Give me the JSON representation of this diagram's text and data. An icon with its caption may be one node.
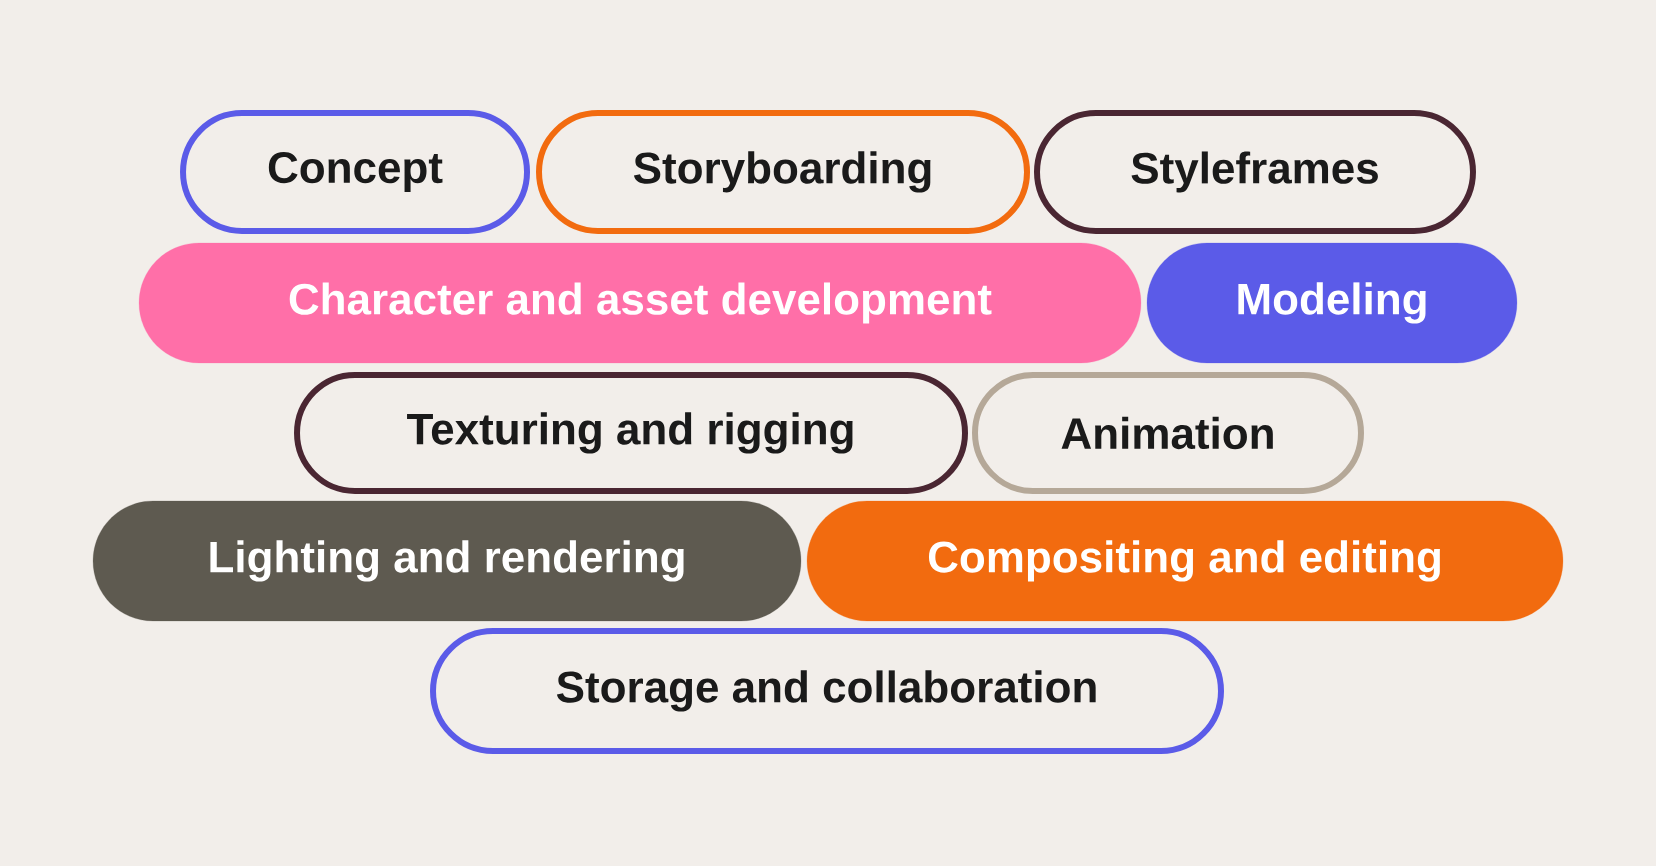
{
  "diagram": {
    "nodes": [
      {
        "text": [
          "Concept"
        ]
      },
      {
        "text": [
          "Storyboarding"
        ]
      },
      {
        "text": [
          "Styleframes"
        ]
      },
      {
        "text": [
          "Character and asset development"
        ]
      },
      {
        "text": [
          "Modeling"
        ]
      },
      {
        "text": [
          "Texturing and rigging"
        ]
      },
      {
        "text": [
          "Animation"
        ]
      },
      {
        "text": [
          "Lighting and rendering"
        ]
      },
      {
        "text": [
          "Compositing and editing"
        ]
      },
      {
        "text": [
          "Storage and collaboration"
        ]
      }
    ]
  }
}
